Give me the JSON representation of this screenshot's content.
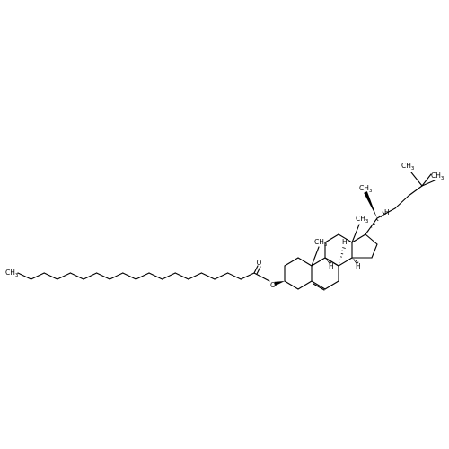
{
  "molecule": {
    "atom_labels": [
      {
        "id": "ch3-tail",
        "text": "CH",
        "sub": "3"
      },
      {
        "id": "oxo",
        "text": "O",
        "color": "#e00000"
      },
      {
        "id": "ester-o",
        "text": "O",
        "color": "#e00000"
      },
      {
        "id": "ch3-c10",
        "text": "CH",
        "sub": "3"
      },
      {
        "id": "ch3-c13",
        "text": "CH",
        "sub": "3"
      },
      {
        "id": "h-c9",
        "text": "H"
      },
      {
        "id": "h-c8",
        "text": "H"
      },
      {
        "id": "h-c14",
        "text": "H"
      },
      {
        "id": "h-c17",
        "text": "H"
      },
      {
        "id": "ch3-c21",
        "text": "CH",
        "sub": "3"
      },
      {
        "id": "ch3-c26",
        "text": "CH",
        "sub": "3"
      },
      {
        "id": "ch3-c27",
        "text": "CH",
        "sub": "3"
      }
    ],
    "colors": {
      "bond": "#000000",
      "oxygen": "#e00000",
      "background": "#ffffff"
    }
  }
}
